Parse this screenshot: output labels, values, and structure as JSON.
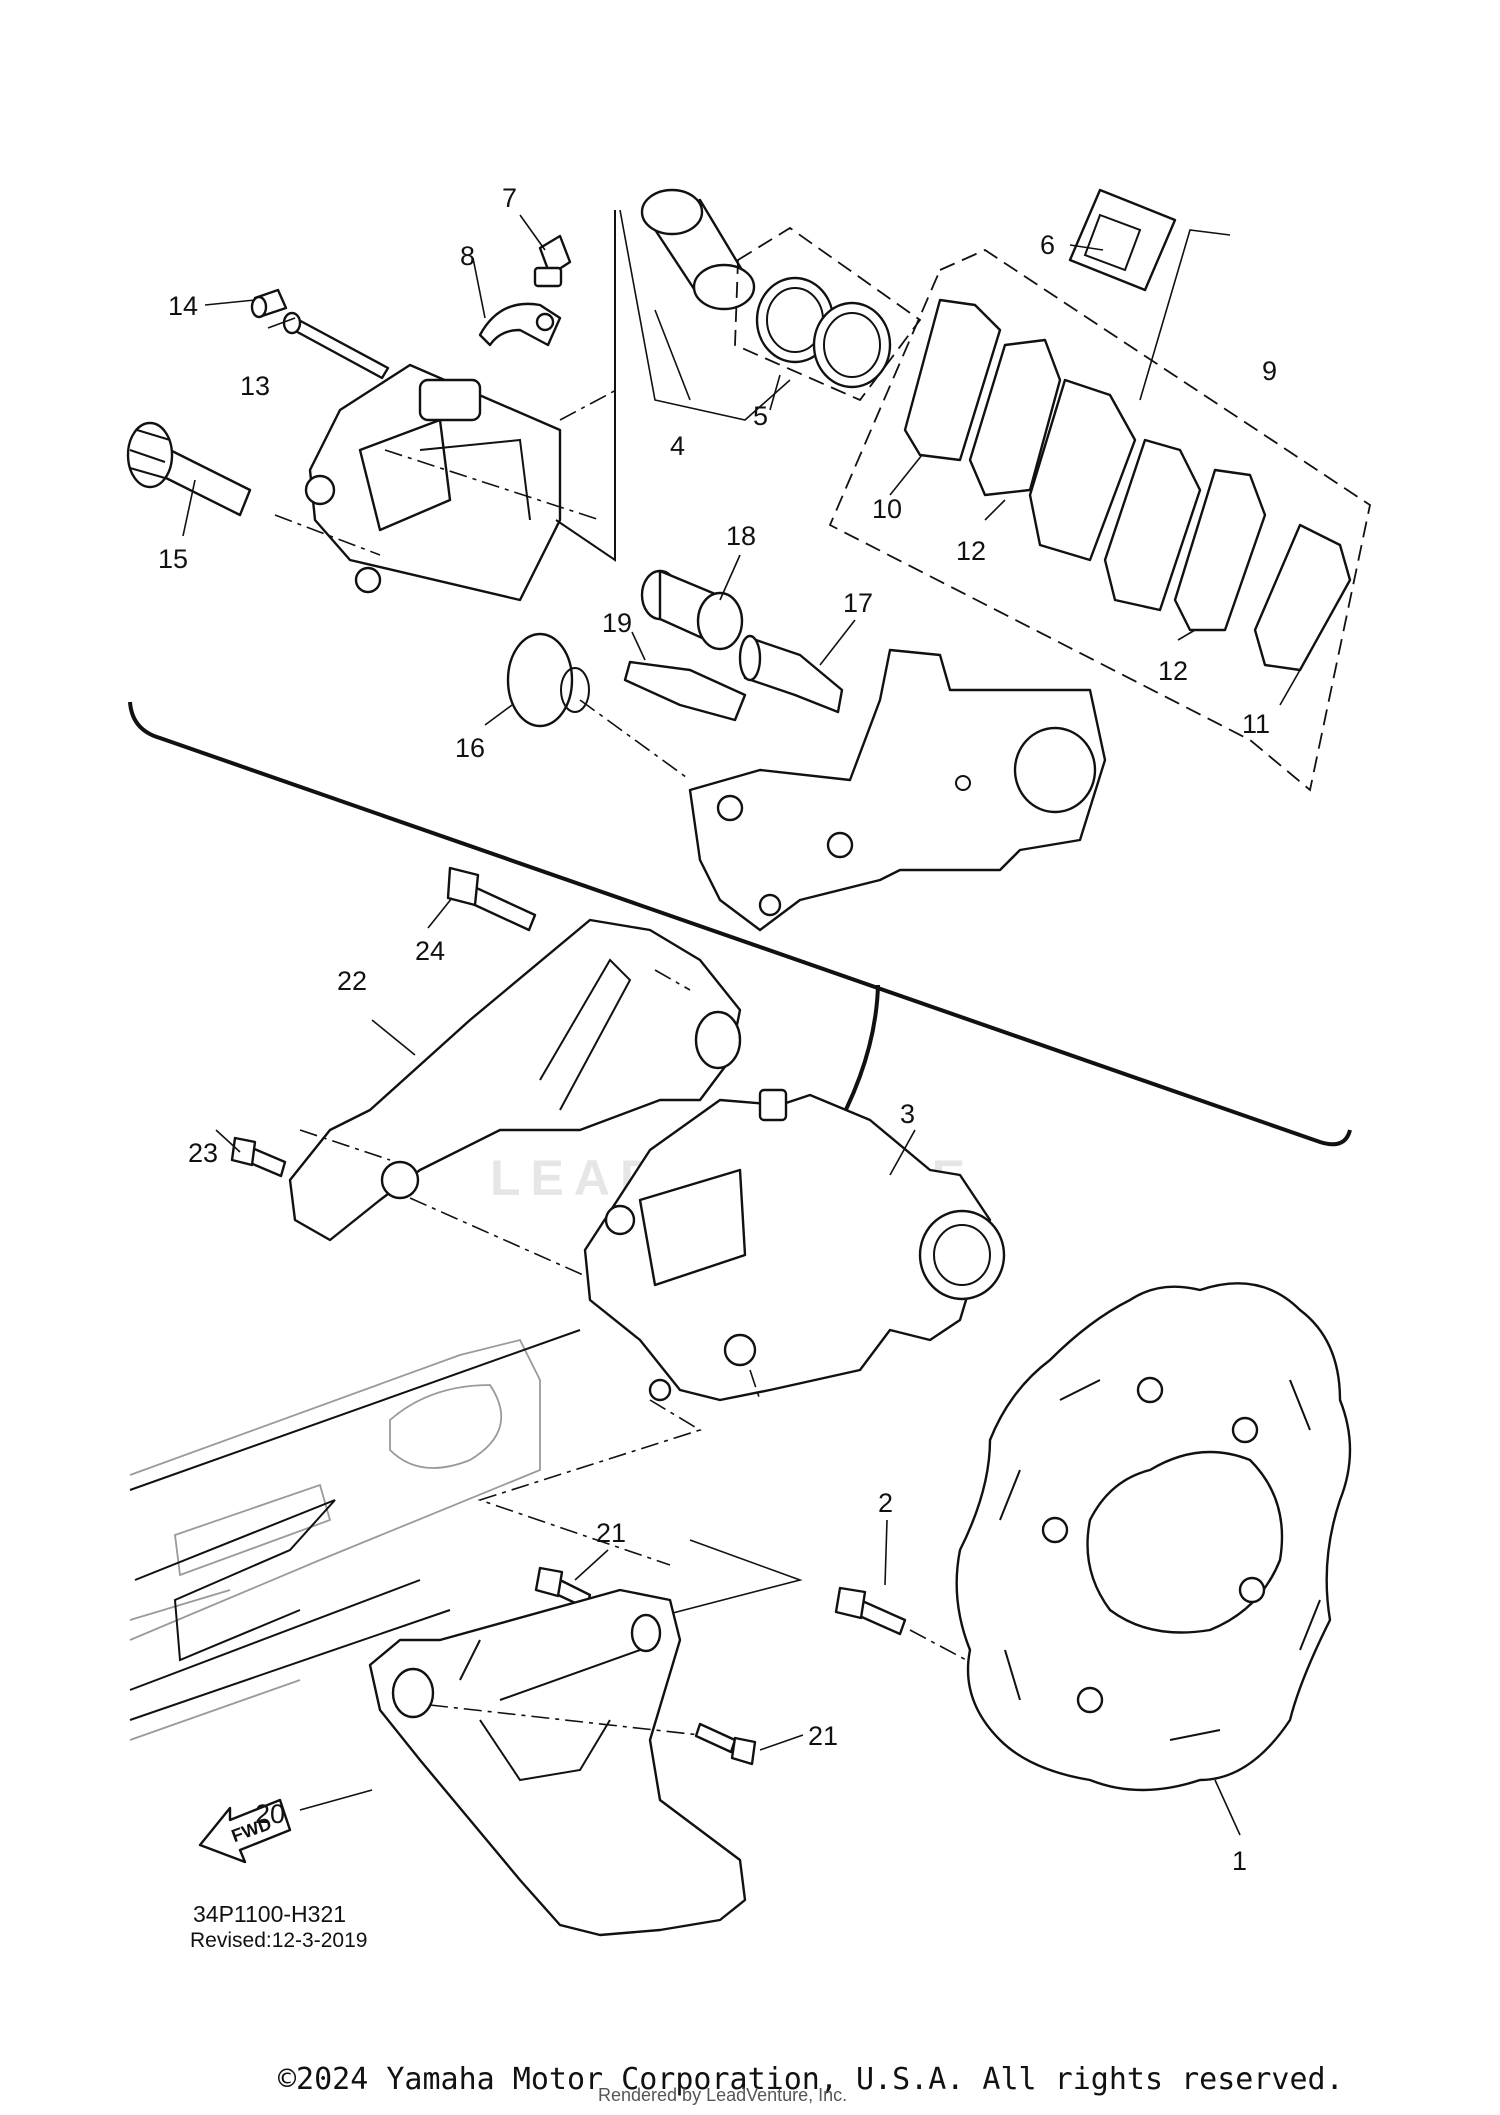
{
  "diagram": {
    "part_labels": {
      "p1": "1",
      "p2": "2",
      "p3": "3",
      "p4": "4",
      "p5": "5",
      "p6": "6",
      "p7": "7",
      "p8": "8",
      "p9": "9",
      "p10": "10",
      "p11": "11",
      "p12a": "12",
      "p12b": "12",
      "p13": "13",
      "p14": "14",
      "p15": "15",
      "p16": "16",
      "p17": "17",
      "p18": "18",
      "p19": "19",
      "p20": "20",
      "p21a": "21",
      "p21b": "21",
      "p22": "22",
      "p23": "23",
      "p24": "24"
    },
    "direction_arrow": "FWD",
    "reference_code": "34P1100-H321",
    "revised": "Revised:12-3-2019",
    "watermark_brand": "LEADVENTURE",
    "render_credit": "Rendered by LeadVenture, Inc.",
    "copyright": "©2024 Yamaha Motor Corporation, U.S.A. All rights reserved.",
    "line_color": "#111111",
    "watermark_color": "#e6e6e6"
  }
}
